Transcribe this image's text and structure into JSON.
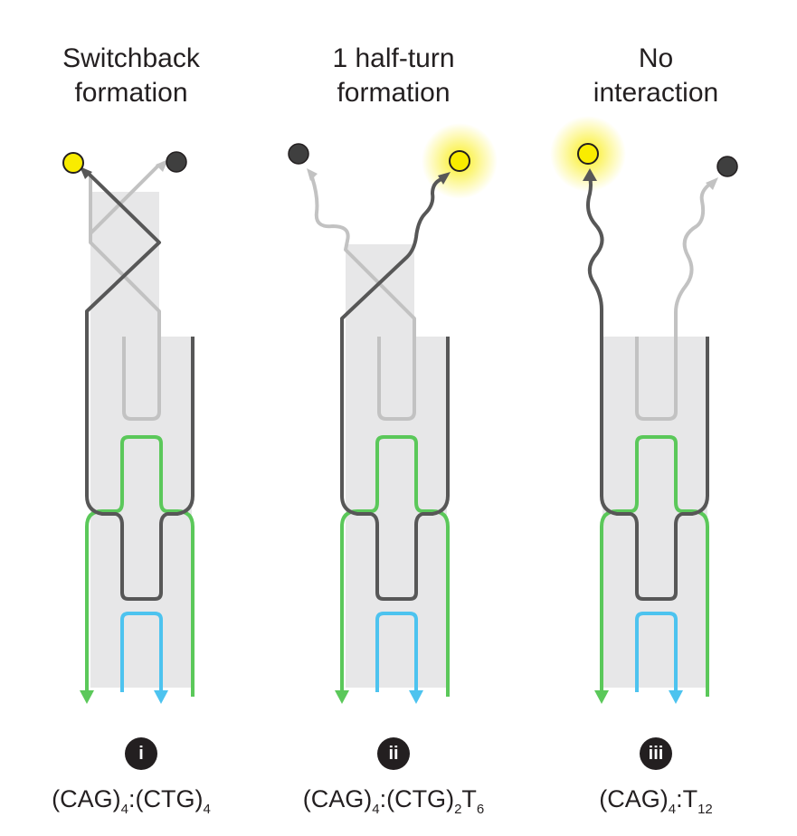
{
  "colors": {
    "dark_strand": "#575757",
    "light_strand": "#c2c2c2",
    "green_strand": "#5bc85a",
    "blue_strand": "#4dc3ef",
    "fluorophore": "#f9ec00",
    "quencher": "#3f3f3f",
    "shade": "#e7e7e8"
  },
  "panels": [
    {
      "title_line1": "Switchback",
      "title_line2": "formation",
      "badge": "i",
      "formula": {
        "prefix": "(CAG)",
        "sub1": "4",
        "mid": ":(CTG)",
        "sub2": "4",
        "mid2": "",
        "sub3": ""
      }
    },
    {
      "title_line1": "1 half-turn",
      "title_line2": "formation",
      "badge": "ii",
      "formula": {
        "prefix": "(CAG)",
        "sub1": "4",
        "mid": ":(CTG)",
        "sub2": "2",
        "mid2": "T",
        "sub3": "6"
      }
    },
    {
      "title_line1": "No",
      "title_line2": "interaction",
      "badge": "iii",
      "formula": {
        "prefix": "(CAG)",
        "sub1": "4",
        "mid": ":T",
        "sub2": "12",
        "mid2": "",
        "sub3": ""
      }
    }
  ]
}
